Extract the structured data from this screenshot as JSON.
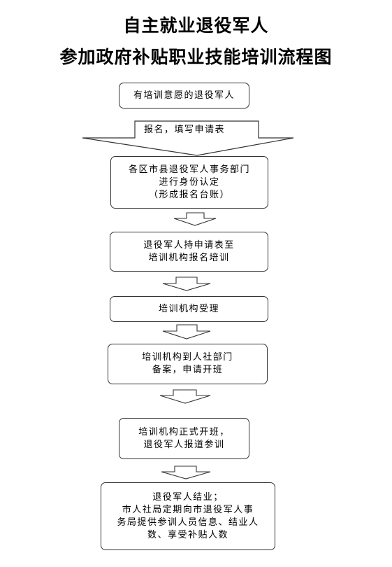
{
  "title": {
    "line1": "自主就业退役军人",
    "line2": "参加政府补贴职业技能培训流程图"
  },
  "steps": [
    {
      "lines": [
        "有培训意愿的退役军人"
      ]
    },
    {
      "lines": [
        "报名，填写申请表"
      ]
    },
    {
      "lines": [
        "各区市县退役军人事务部门",
        "进行身份认定",
        "（形成报名台账）"
      ]
    },
    {
      "lines": [
        "退役军人持申请表至",
        "培训机构报名培训"
      ]
    },
    {
      "lines": [
        "培训机构受理"
      ]
    },
    {
      "lines": [
        "培训机构到人社部门",
        "备案，申请开班"
      ]
    },
    {
      "lines": [
        "培训机构正式开班，",
        "退役军人报道参训"
      ]
    },
    {
      "lines": [
        "退役军人结业；",
        "市人社局定期向市退役军人事",
        "务局提供参训人员信息、结业人",
        "数、享受补贴人数"
      ]
    }
  ]
}
